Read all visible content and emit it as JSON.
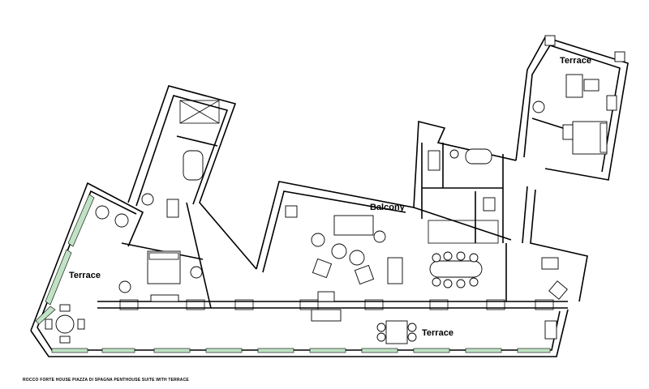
{
  "labels": {
    "terrace_top": "Terrace",
    "terrace_left": "Terrace",
    "terrace_bottom": "Terrace",
    "balcony": "Balcony"
  },
  "caption": "ROCCO FORTE HOUSE PIAZZA DI SPAGNA PENTHOUSE SUITE WITH TERRACE",
  "colors": {
    "wall": "#000000",
    "background": "#ffffff",
    "planter": "#bfe3c4"
  }
}
